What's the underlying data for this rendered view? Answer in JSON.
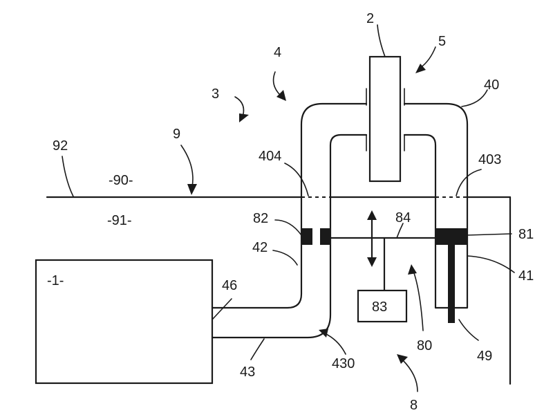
{
  "labels": {
    "n2": "2",
    "n5": "5",
    "n4": "4",
    "n40": "40",
    "n3": "3",
    "n92": "92",
    "n9": "9",
    "n404": "404",
    "n403": "403",
    "n90": "-90-",
    "n91": "-91-",
    "n82": "82",
    "n84": "84",
    "n81": "81",
    "n42": "42",
    "n41": "41",
    "n1": "-1-",
    "n46": "46",
    "n83": "83",
    "n80": "80",
    "n49": "49",
    "n43": "43",
    "n430": "430",
    "n8": "8"
  }
}
